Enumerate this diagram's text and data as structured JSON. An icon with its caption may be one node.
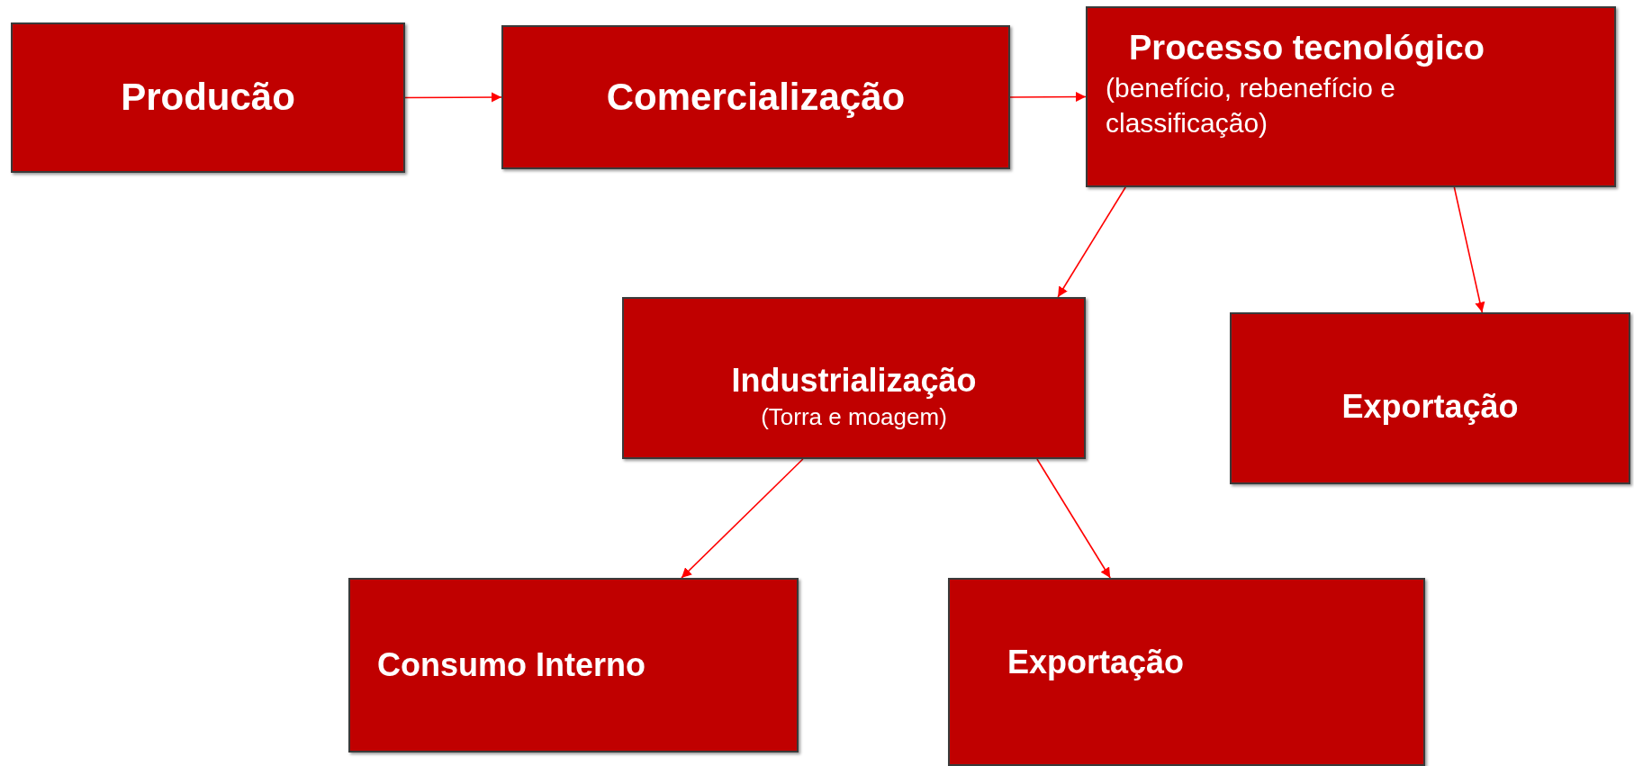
{
  "diagram": {
    "nodes": [
      {
        "text": [
          "Producão"
        ]
      },
      {
        "text": [
          "Comercialização"
        ]
      },
      {
        "text": [
          "Processo tecnológico",
          "(benefício, rebenefício e classificação)"
        ]
      },
      {
        "text": [
          "Industrialização",
          "(Torra e moagem)"
        ]
      },
      {
        "text": [
          "Exportação"
        ]
      },
      {
        "text": [
          "Consumo Interno"
        ]
      },
      {
        "text": [
          "Exportação"
        ]
      }
    ],
    "edges": [
      {
        "from": 0,
        "to": 1,
        "arrow": "to"
      },
      {
        "from": 1,
        "to": 2,
        "arrow": "to"
      },
      {
        "from": 2,
        "to": 3,
        "arrow": "to"
      },
      {
        "from": 2,
        "to": 4,
        "arrow": "to"
      },
      {
        "from": 3,
        "to": 5,
        "arrow": "to"
      },
      {
        "from": 3,
        "to": 6,
        "arrow": "to"
      }
    ]
  }
}
